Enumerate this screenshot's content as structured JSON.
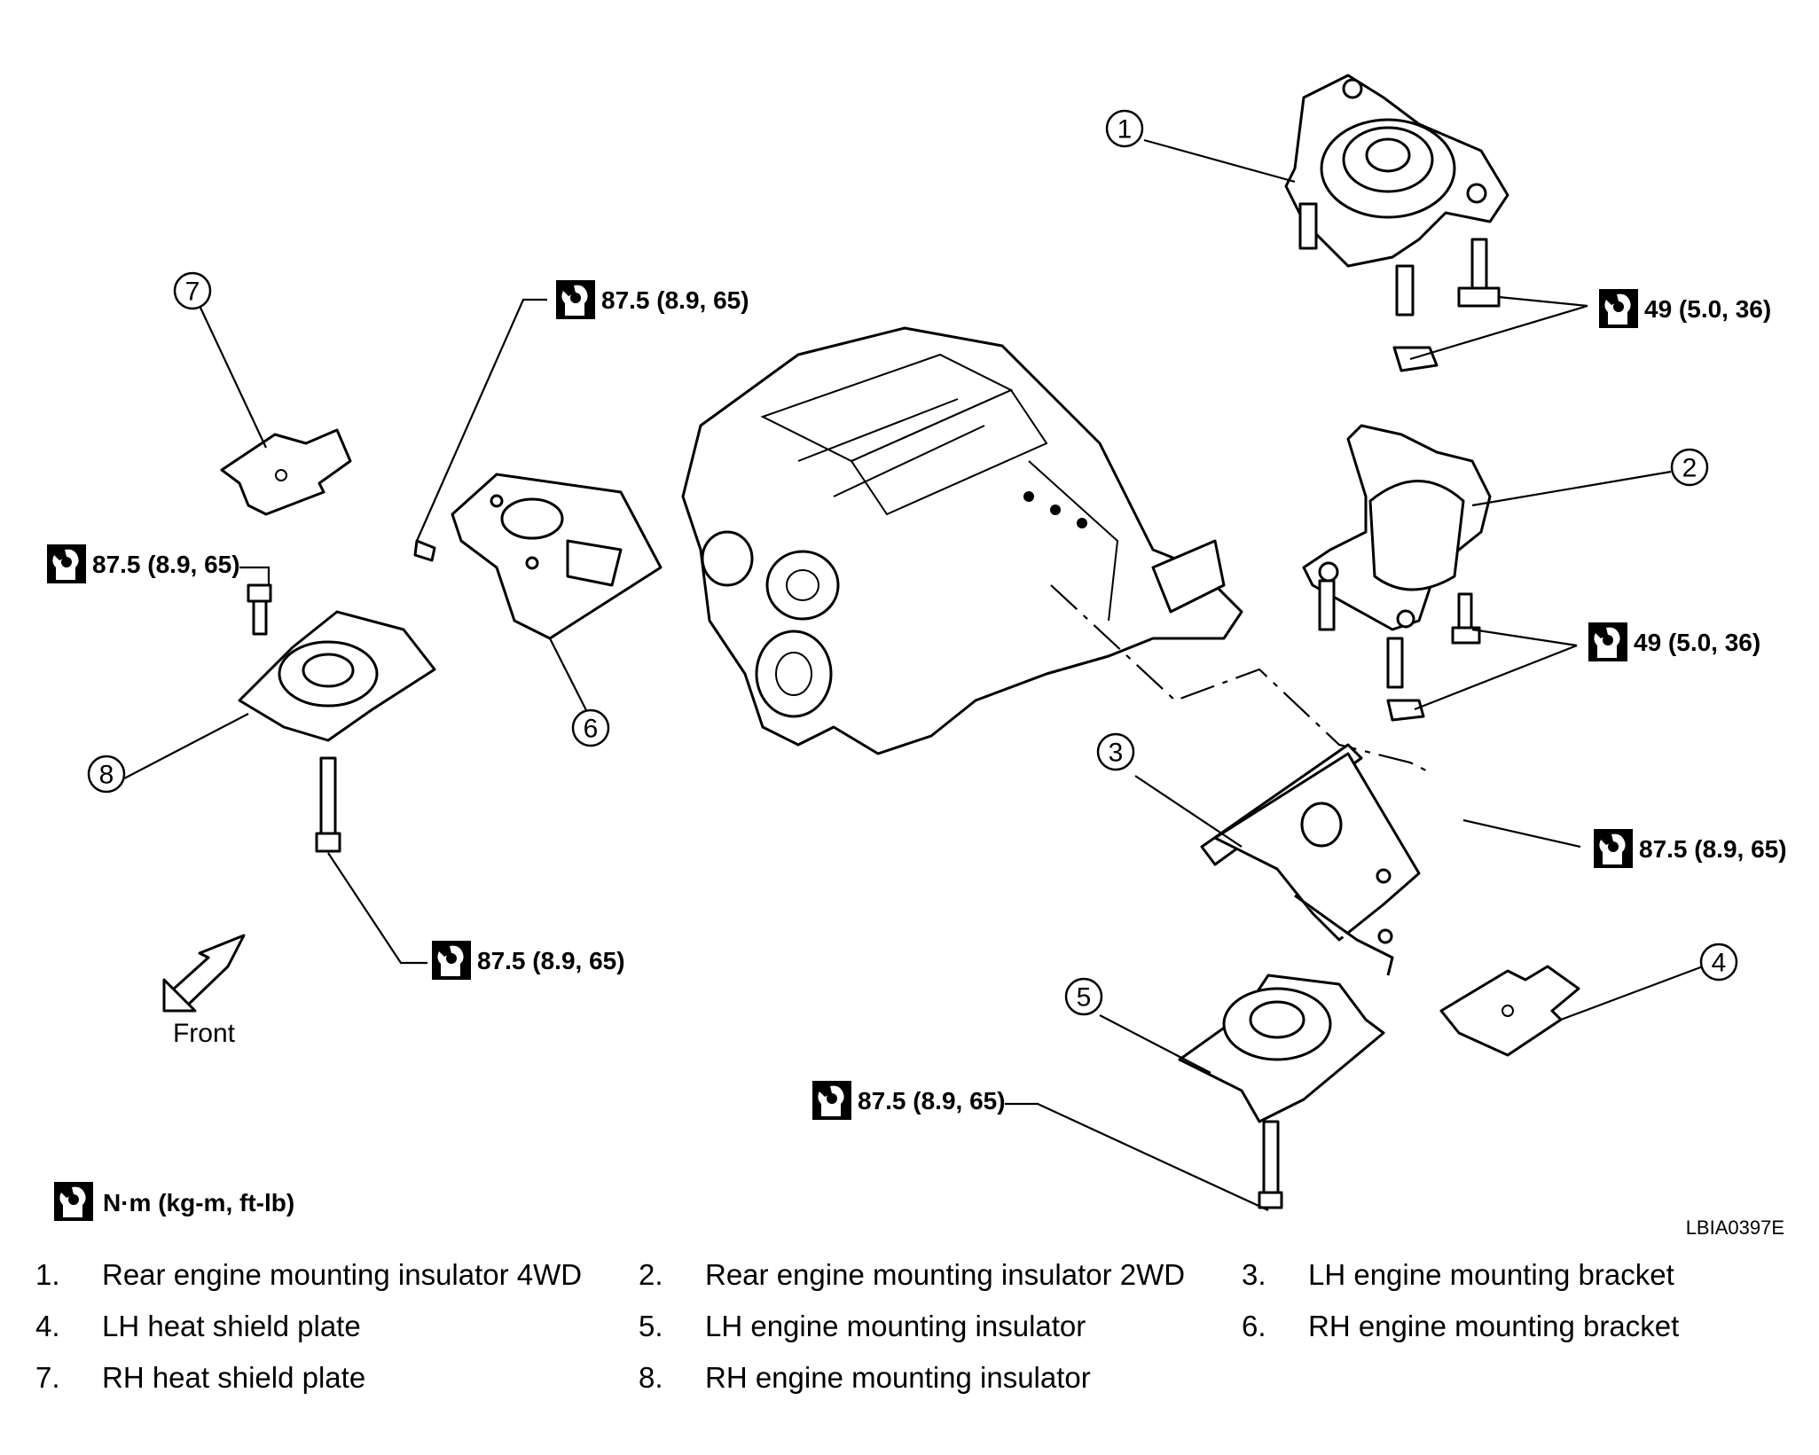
{
  "callouts": [
    "1",
    "2",
    "3",
    "4",
    "5",
    "6",
    "7",
    "8"
  ],
  "torque": {
    "t87": "87.5 (8.9, 65)",
    "t49": "49 (5.0, 36)",
    "unit": "N·m (kg-m, ft-lb)"
  },
  "front_label": "Front",
  "figure_id": "LBIA0397E",
  "legend": [
    {
      "num": "1.",
      "text": "Rear engine mounting insulator 4WD"
    },
    {
      "num": "2.",
      "text": "Rear engine mounting insulator 2WD"
    },
    {
      "num": "3.",
      "text": "LH engine mounting bracket"
    },
    {
      "num": "4.",
      "text": "LH heat shield plate"
    },
    {
      "num": "5.",
      "text": "LH engine mounting insulator"
    },
    {
      "num": "6.",
      "text": "RH engine mounting bracket"
    },
    {
      "num": "7.",
      "text": "RH heat shield plate"
    },
    {
      "num": "8.",
      "text": "RH engine mounting insulator"
    }
  ],
  "icons": [
    "torque-wrench-icon",
    "front-arrow-icon"
  ]
}
